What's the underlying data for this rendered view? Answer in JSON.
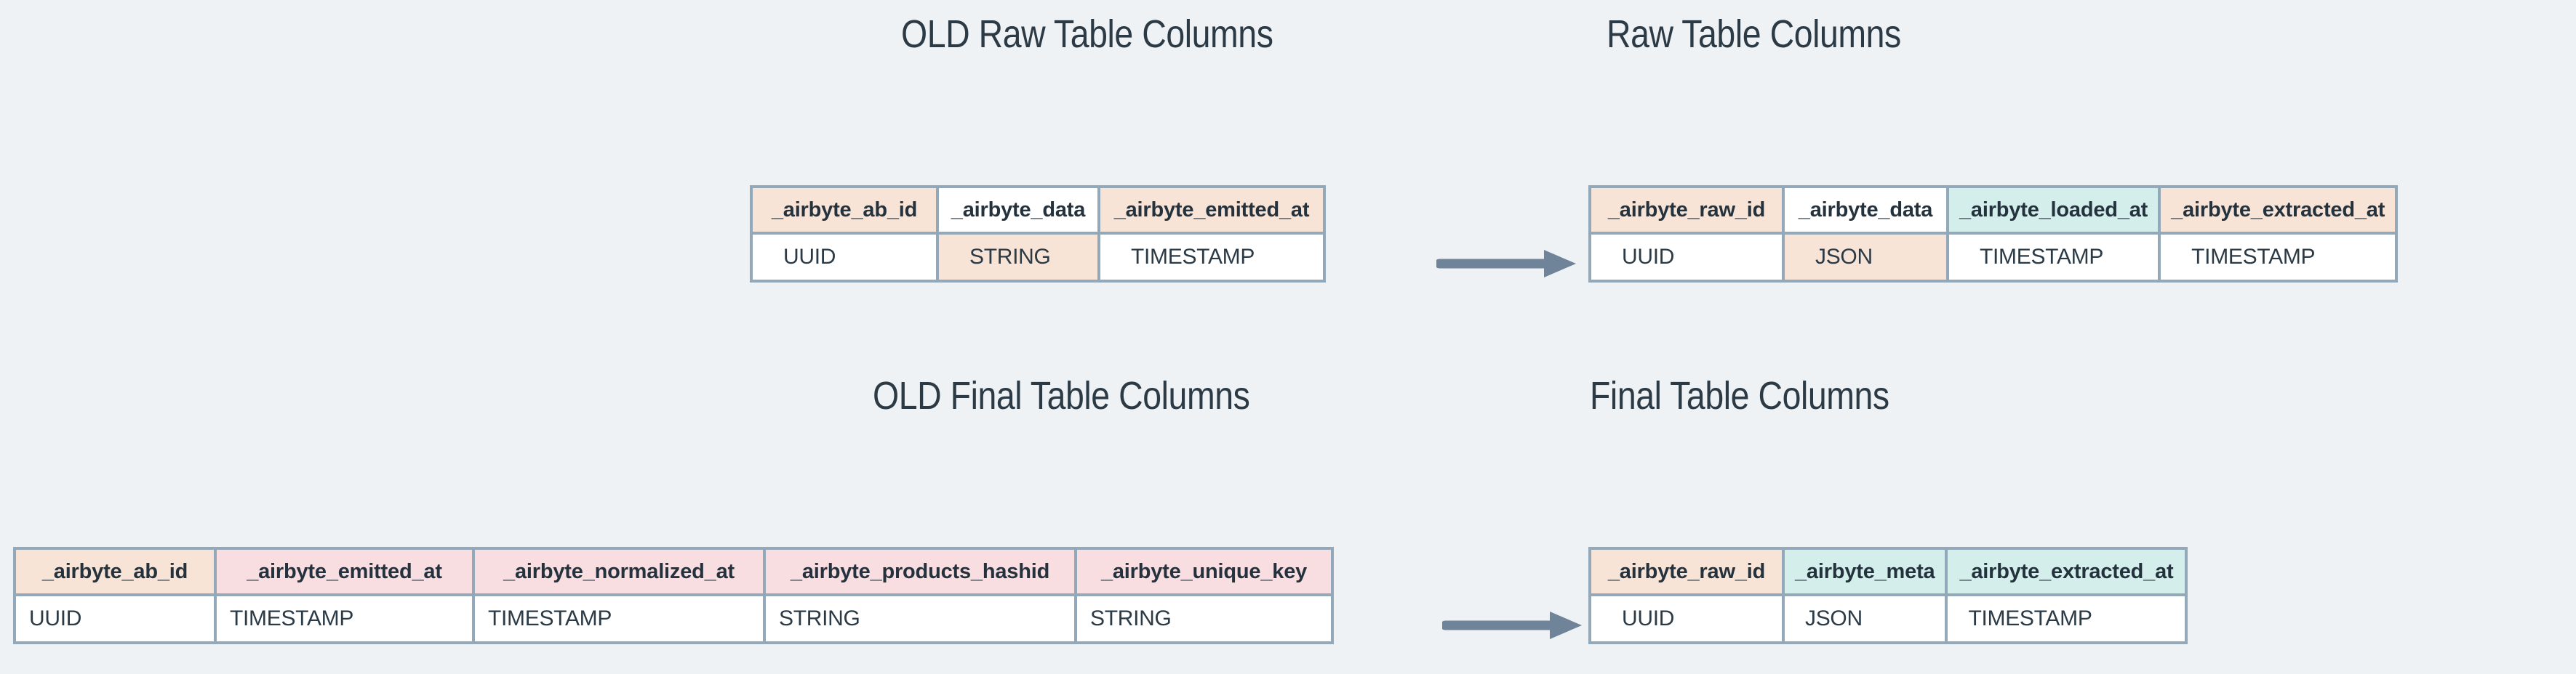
{
  "page": {
    "background_color": "#eef2f5",
    "text_color": "#2b3a45",
    "border_color": "#93a8b8",
    "accent_peach": "#f8e3d7",
    "accent_pink": "#f8dde1",
    "accent_teal": "#d4efeb"
  },
  "sections": {
    "old_raw_title": "OLD Raw Table Columns",
    "new_raw_title": "Raw Table Columns",
    "old_final_title": "OLD Final Table Columns",
    "new_final_title": "Final Table Columns"
  },
  "arrows": {
    "raw": "arrow-right",
    "final": "arrow-right"
  },
  "tables": {
    "old_raw": {
      "title": "OLD Raw Table Columns",
      "headers": [
        "_airbyte_ab_id",
        "_airbyte_data",
        "_airbyte_emitted_at"
      ],
      "header_colors": [
        "peach",
        "white",
        "peach"
      ],
      "types": [
        "UUID",
        "STRING",
        "TIMESTAMP"
      ],
      "type_colors": [
        "white",
        "peach",
        "white"
      ]
    },
    "new_raw": {
      "title": "Raw Table Columns",
      "headers": [
        "_airbyte_raw_id",
        "_airbyte_data",
        "_airbyte_loaded_at",
        "_airbyte_extracted_at"
      ],
      "header_colors": [
        "peach",
        "white",
        "teal",
        "peach"
      ],
      "types": [
        "UUID",
        "JSON",
        "TIMESTAMP",
        "TIMESTAMP"
      ],
      "type_colors": [
        "white",
        "peach",
        "white",
        "white"
      ]
    },
    "old_final": {
      "title": "OLD Final Table Columns",
      "headers": [
        "_airbyte_ab_id",
        "_airbyte_emitted_at",
        "_airbyte_normalized_at",
        "_airbyte_products_hashid",
        "_airbyte_unique_key"
      ],
      "header_colors": [
        "peach",
        "pink",
        "pink",
        "pink",
        "pink"
      ],
      "types": [
        "UUID",
        "TIMESTAMP",
        "TIMESTAMP",
        "STRING",
        "STRING"
      ],
      "type_colors": [
        "white",
        "white",
        "white",
        "white",
        "white"
      ]
    },
    "new_final": {
      "title": "Final Table Columns",
      "headers": [
        "_airbyte_raw_id",
        "_airbyte_meta",
        "_airbyte_extracted_at"
      ],
      "header_colors": [
        "peach",
        "teal",
        "teal"
      ],
      "types": [
        "UUID",
        "JSON",
        "TIMESTAMP"
      ],
      "type_colors": [
        "white",
        "white",
        "white"
      ]
    }
  }
}
